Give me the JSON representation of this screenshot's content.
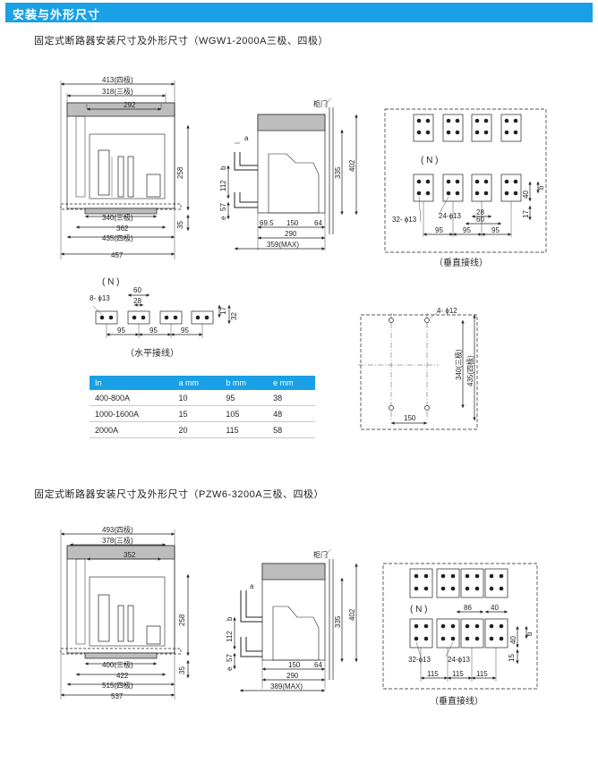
{
  "header": {
    "title": "安装与外形尺寸"
  },
  "sections": [
    {
      "title": "固定式断路器安装尺寸及外形尺寸（WGW1-2000A三极、四极）"
    },
    {
      "title": "固定式断路器安装尺寸及外形尺寸（PZW6-3200A三极、四极）"
    }
  ],
  "wgw": {
    "front": {
      "d413": "413(四极)",
      "d318": "318(三极)",
      "d292": "292",
      "d258": "258",
      "d340": "340(三极)",
      "d35": "35",
      "d362": "362",
      "d435": "435(四极)",
      "d457": "457"
    },
    "side": {
      "door": "柜门",
      "a": "a",
      "b": "b",
      "d112": "112",
      "d57": "57",
      "e": "e",
      "d335": "335",
      "d402": "402",
      "d69": "69.5",
      "d150": "150",
      "d64": "64",
      "d290": "290",
      "d359": "359(MAX)"
    },
    "vert": {
      "n": "( N )",
      "d40": "40",
      "b": "b",
      "d32": "32- ϕ13",
      "d24": "24-ϕ13",
      "d28": "28",
      "d60": "60",
      "d17": "17",
      "d95a": "95",
      "d95b": "95",
      "d95c": "95",
      "caption": "（垂直接线）"
    },
    "horiz": {
      "n": "( N )",
      "holes": "8- ϕ13",
      "d60": "60",
      "d28": "28",
      "d17": "17",
      "d32": "32",
      "d95a": "95",
      "d95b": "95",
      "d95c": "95",
      "caption": "（水平接线）"
    },
    "mount": {
      "holes": "4- ϕ12",
      "d340": "340(三极)",
      "d435": "435(四极)",
      "d150": "150"
    }
  },
  "table": {
    "headers": [
      "In",
      "a mm",
      "b mm",
      "e mm"
    ],
    "rows": [
      [
        "400-800A",
        "10",
        "95",
        "38"
      ],
      [
        "1000-1600A",
        "15",
        "105",
        "48"
      ],
      [
        "2000A",
        "20",
        "115",
        "58"
      ]
    ]
  },
  "pzw": {
    "front": {
      "d493": "493(四极)",
      "d378": "378(三极)",
      "d352": "352",
      "d258": "258",
      "d400": "400(三极)",
      "d35": "35",
      "d422": "422",
      "d515": "515(四极)",
      "d537": "537"
    },
    "side": {
      "door": "柜门",
      "a": "a",
      "b": "b",
      "d112": "112",
      "d57": "57",
      "e": "e",
      "d335": "335",
      "d402": "402",
      "d150": "150",
      "d64": "64",
      "d290": "290",
      "d389": "389(MAX)"
    },
    "vert": {
      "n": "( N )",
      "d86": "86",
      "d40t": "40",
      "d40": "40",
      "b": "b",
      "d32": "32-ϕ13",
      "d24": "24-ϕ13",
      "d15": "15",
      "d115a": "115",
      "d115b": "115",
      "d115c": "115",
      "caption": "（垂直接线）"
    }
  }
}
